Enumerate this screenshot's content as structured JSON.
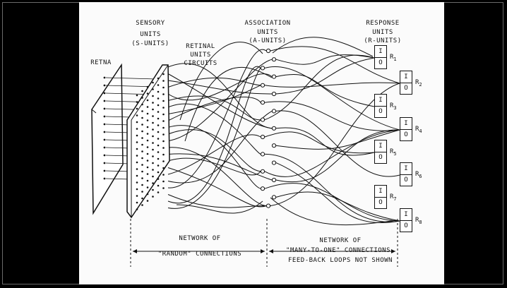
{
  "labels": {
    "sensory": [
      "SENSORY",
      "UNITS",
      "(S-UNITS)"
    ],
    "retina": "RETNA",
    "retinal": [
      "RETINAL",
      "UNITS",
      "CIRCUITS"
    ],
    "association": [
      "ASSOCIATION",
      "UNITS",
      "(A-UNITS)"
    ],
    "response": [
      "RESPONSE",
      "UNITS",
      "(R-UNITS)"
    ],
    "network_random": [
      "NETWORK OF",
      "\"RANDOM\" CONNECTIONS"
    ],
    "network_many": [
      "NETWORK OF",
      "\"MANY-TO-ONE\" CONNECTIONS.",
      "FEED-BACK LOOPS NOT SHOWN"
    ]
  },
  "response_units": [
    {
      "name": "R",
      "sub": "1",
      "top": "I",
      "bottom": "O"
    },
    {
      "name": "R",
      "sub": "2",
      "top": "I",
      "bottom": "O"
    },
    {
      "name": "R",
      "sub": "3",
      "top": "I",
      "bottom": "O"
    },
    {
      "name": "R",
      "sub": "4",
      "top": "I",
      "bottom": "O"
    },
    {
      "name": "R",
      "sub": "5",
      "top": "I",
      "bottom": "O"
    },
    {
      "name": "R",
      "sub": "6",
      "top": "I",
      "bottom": "O"
    },
    {
      "name": "R",
      "sub": "7",
      "top": "I",
      "bottom": "O"
    },
    {
      "name": "R",
      "sub": "8",
      "top": "I",
      "bottom": "O"
    }
  ],
  "colors": {
    "background": "#000000",
    "paper": "#fbfbfb",
    "ink": "#111111"
  }
}
